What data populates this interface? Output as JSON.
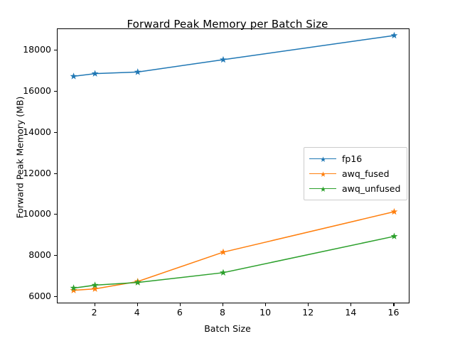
{
  "chart_data": {
    "type": "line",
    "title": "Forward Peak Memory per Batch Size",
    "xlabel": "Batch Size",
    "ylabel": "Forward Peak Memory (MB)",
    "x": [
      1,
      2,
      4,
      8,
      16
    ],
    "xlim": [
      0.25,
      16.75
    ],
    "ylim": [
      5650,
      19050
    ],
    "xticks": [
      2,
      4,
      6,
      8,
      10,
      12,
      14,
      16
    ],
    "xtick_labels": [
      "2",
      "4",
      "6",
      "8",
      "10",
      "12",
      "14",
      "16"
    ],
    "yticks": [
      6000,
      8000,
      10000,
      12000,
      14000,
      16000,
      18000
    ],
    "ytick_labels": [
      "6000",
      "8000",
      "10000",
      "12000",
      "14000",
      "16000",
      "18000"
    ],
    "grid": false,
    "marker": "star",
    "legend_position": "center right",
    "series": [
      {
        "name": "fp16",
        "color": "#1f77b4",
        "values": [
          16750,
          16880,
          16960,
          17560,
          18740
        ]
      },
      {
        "name": "awq_fused",
        "color": "#ff7f0e",
        "values": [
          6320,
          6390,
          6750,
          8180,
          10150
        ]
      },
      {
        "name": "awq_unfused",
        "color": "#2ca02c",
        "values": [
          6430,
          6570,
          6700,
          7180,
          8950
        ]
      }
    ]
  }
}
